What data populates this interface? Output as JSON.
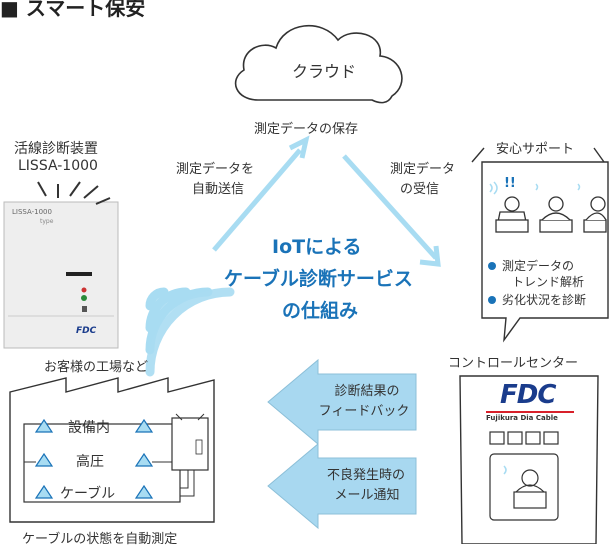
{
  "title": "■ スマート保安",
  "cloud": {
    "label": "クラウド",
    "caption": "測定データの保存"
  },
  "device": {
    "label_line1": "活線診断装置",
    "label_line2": "LISSA-1000",
    "panel_model": "LISSA-1000",
    "panel_type": "type",
    "panel_logo": "FDC"
  },
  "flow_left": {
    "line1": "測定データを",
    "line2": "自動送信"
  },
  "flow_right": {
    "line1": "測定データ",
    "line2": "の受信"
  },
  "center_title": {
    "line1": "IoTによる",
    "line2": "ケーブル診断サービス",
    "line3": "の仕組み"
  },
  "support": {
    "header": "安心サポート",
    "alert_mark": "!!",
    "bullets": [
      "測定データの",
      "トレンド解析",
      "劣化状況を診断"
    ]
  },
  "factory": {
    "caption": "お客様の工場など",
    "items": [
      "設備内",
      "高圧",
      "ケーブル"
    ],
    "footer": "ケーブルの状態を自動測定"
  },
  "arrows": [
    {
      "line1": "診断結果の",
      "line2": "フィードバック"
    },
    {
      "line1": "不良発生時の",
      "line2": "メール通知"
    }
  ],
  "control": {
    "caption": "コントロールセンター",
    "logo": "FDC",
    "brand": "Fujikura Dia Cable"
  },
  "colors": {
    "accent_blue": "#1a73b8",
    "arrow_fill": "#a8d8f0",
    "light_blue_line": "#8fd3ef",
    "logo_red": "#d8202a"
  }
}
